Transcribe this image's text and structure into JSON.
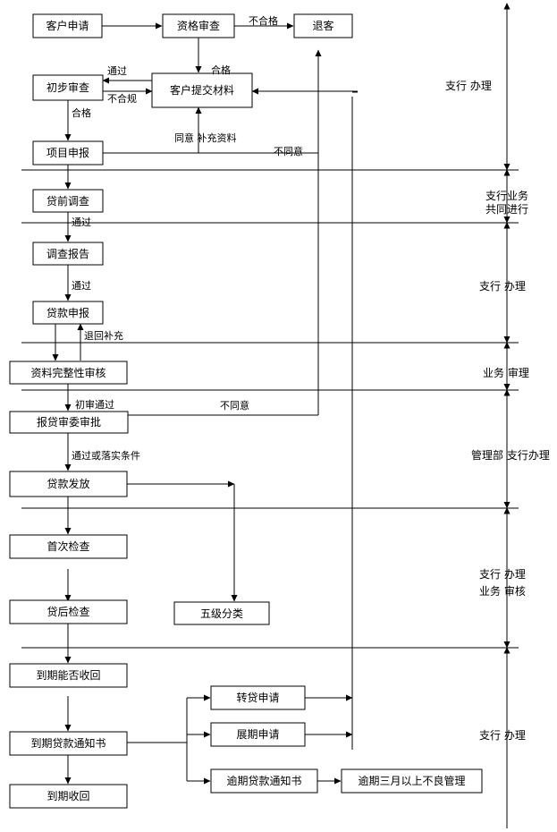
{
  "nodes": {
    "apply": "客户申请",
    "qualify": "资格审查",
    "decline": "退客",
    "prelim": "初步审查",
    "submit": "客户提交材料",
    "project": "项目申报",
    "survey": "贷前调查",
    "report": "调查报告",
    "loan_report": "贷款申报",
    "completeness": "资料完整性审核",
    "committee": "报贷审委审批",
    "disburse": "贷款发放",
    "first_check": "首次检查",
    "post_check": "贷后检查",
    "five_class": "五级分类",
    "due_recover_q": "到期能否收回",
    "due_notice": "到期贷款通知书",
    "due_recover": "到期收回",
    "transfer": "转贷申请",
    "extension": "展期申请",
    "overdue_notice": "逾期贷款通知书",
    "bad_loan": "逾期三月以上不良管理"
  },
  "labels": {
    "fail": "不合格",
    "pass_qualify": "合格",
    "pass_prelim": "通过",
    "noncompliant": "不合规",
    "pass_submit": "合格",
    "agree_supplement": "同意 补充资料",
    "disagree_project": "不同意",
    "pass_survey": "通过",
    "pass_report": "通过",
    "return_supplement": "退回补充",
    "prelim_pass": "初审通过",
    "disagree_committee": "不同意",
    "pass_conditions": "通过或落实条件"
  },
  "stages": {
    "s1": "支行 办理",
    "s2a": "支行业务",
    "s2b": "共同进行",
    "s3": "支行 办理",
    "s4": "业务 审理",
    "s5": "管理部 支行办理",
    "s6a": "支行 办理",
    "s6b": "业务 审核",
    "s7": "支行 办理"
  }
}
